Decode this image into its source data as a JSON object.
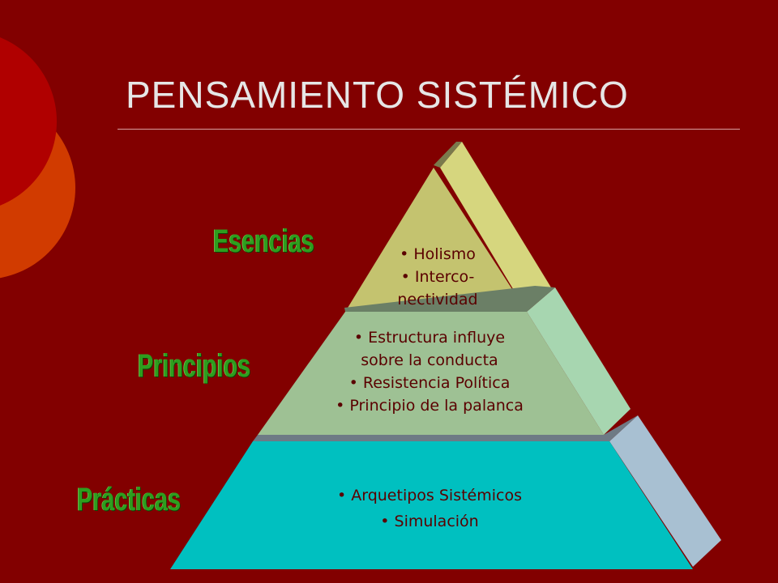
{
  "slide": {
    "title": "PENSAMIENTO SISTÉMICO"
  },
  "pyramid": {
    "levels": [
      {
        "label": "Esencias",
        "items": [
          "Holismo",
          "Interco-",
          "nectividad"
        ],
        "color": "#c4c36f"
      },
      {
        "label": "Principios",
        "items": [
          "Estructura influye",
          "sobre la conducta",
          "Resistencia Política",
          "Principio de la palanca"
        ],
        "color": "#9ec194"
      },
      {
        "label": "Prácticas",
        "items": [
          "Arquetipos Sistémicos",
          "Simulación"
        ],
        "color": "#00c0c0"
      }
    ]
  },
  "colors": {
    "background": "#820000",
    "circle_red": "#b00000",
    "circle_orange": "#d13b00",
    "label_green": "#2e9e1e",
    "text": "#5a0000"
  },
  "icons": {
    "decoration": "circle-shapes"
  }
}
